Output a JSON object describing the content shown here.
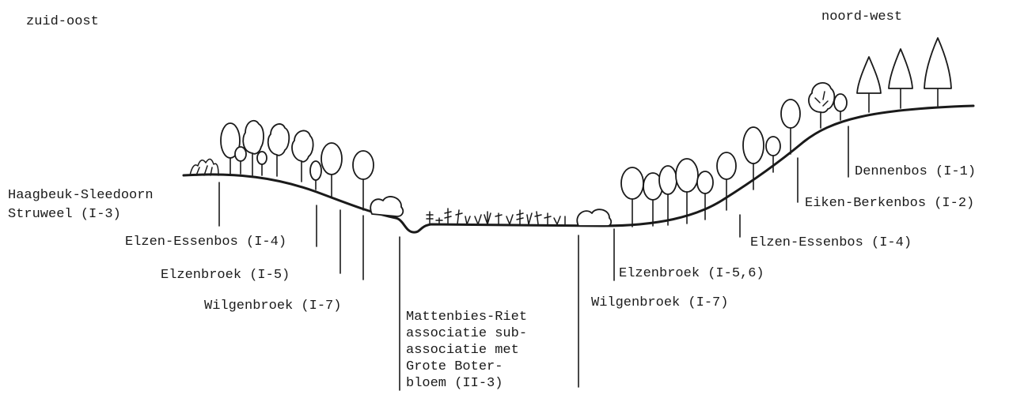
{
  "orientation": {
    "left": "zuid-oost",
    "right": "noord-west"
  },
  "labels": {
    "haagbeuk_line1": "Haagbeuk-Sleedoorn",
    "haagbeuk_line2": "Struweel  (I-3)",
    "elzen_essenbos_left": "Elzen-Essenbos (I-4)",
    "elzenbroek_left": "Elzenbroek (I-5)",
    "wilgenbroek_left": "Wilgenbroek (I-7)",
    "mattenbies_line1": "Mattenbies-Riet",
    "mattenbies_line2": "associatie sub-",
    "mattenbies_line3": "associatie met",
    "mattenbies_line4": "Grote Boter-",
    "mattenbies_line5": "bloem (II-3)",
    "wilgenbroek_right": "Wilgenbroek (I-7)",
    "elzenbroek_right": "Elzenbroek (I-5,6)",
    "elzen_essenbos_right": "Elzen-Essenbos (I-4)",
    "eiken_berkenbos": "Eiken-Berkenbos (I-2)",
    "dennenbos": "Dennenbos (I-1)"
  }
}
